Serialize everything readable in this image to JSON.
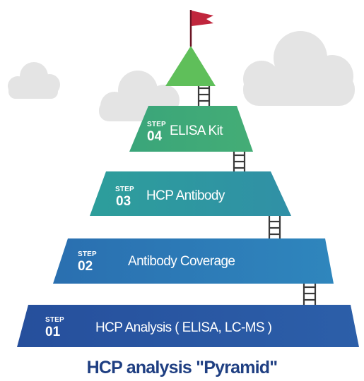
{
  "steps": [
    {
      "step_word": "STEP",
      "number": "01",
      "label": "HCP Analysis ( ELISA, LC-MS )",
      "color": "#2a56a0"
    },
    {
      "step_word": "STEP",
      "number": "02",
      "label": "Antibody Coverage",
      "color": "#2c79b6"
    },
    {
      "step_word": "STEP",
      "number": "03",
      "label": "HCP Antibody",
      "color": "#2f9a9c"
    },
    {
      "step_word": "STEP",
      "number": "04",
      "label": "ELISA Kit",
      "color": "#3eaa78"
    }
  ],
  "caption": "HCP analysis \"Pyramid\"",
  "colors": {
    "summit": "#5fbf5a",
    "flag": "#c0263d",
    "ladder": "#3a3a3a",
    "cloud": "#e3e3e3",
    "caption": "#1f3f82"
  },
  "icons": [
    "flag-icon",
    "ladder-icon",
    "cloud-icon"
  ]
}
